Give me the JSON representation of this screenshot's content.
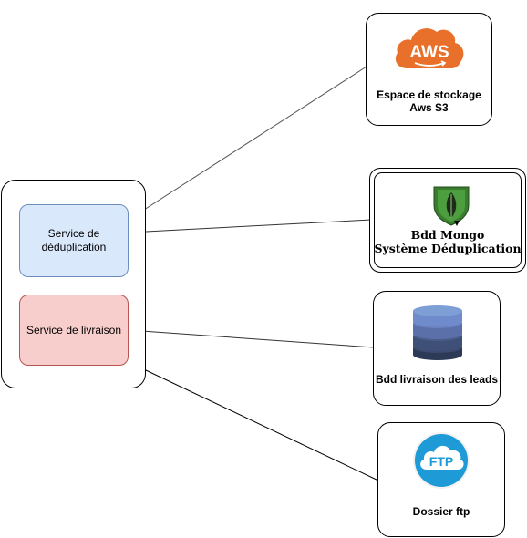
{
  "services": {
    "dedup_label": "Service de déduplication",
    "delivery_label": "Service de livraison"
  },
  "targets": {
    "aws": {
      "label_line1": "Espace de stockage",
      "label_line2": "Aws S3",
      "logo_text": "AWS"
    },
    "mongo": {
      "label_line1": "Bdd Mongo",
      "label_line2": "Système Déduplication"
    },
    "leads": {
      "label": "Bdd livraison des leads"
    },
    "ftp": {
      "label": "Dossier ftp",
      "logo_text": "FTP"
    }
  },
  "colors": {
    "dedup_fill": "#dae8fc",
    "dedup_stroke": "#6c8ebf",
    "delivery_fill": "#f8cecc",
    "delivery_stroke": "#b85450",
    "aws_orange": "#e8702a",
    "mongo_green": "#4d9e3f",
    "ftp_blue": "#1e9ad6",
    "db_top": "#7e9ed6",
    "db_bottom": "#2d3a57"
  }
}
